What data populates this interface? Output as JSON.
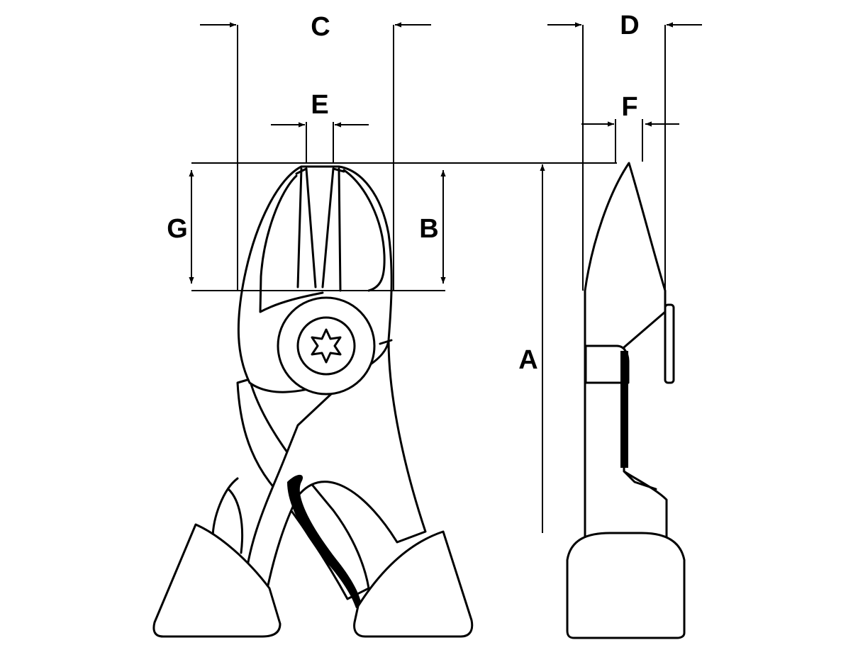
{
  "dimensions": {
    "A": "A",
    "B": "B",
    "C": "C",
    "D": "D",
    "E": "E",
    "F": "F",
    "G": "G"
  },
  "colors": {
    "line": "#000000",
    "background": "#ffffff"
  }
}
